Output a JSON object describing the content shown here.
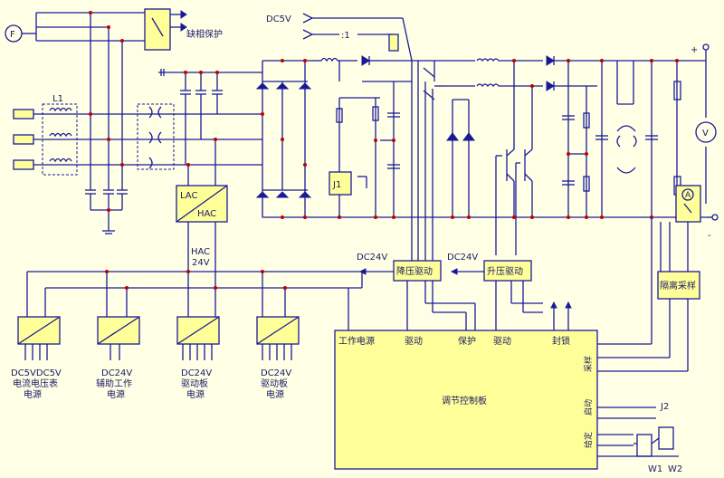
{
  "labels": {
    "phase_loss_protect": "缺相保护",
    "dc5v": "DC5V",
    "ratio": ":1",
    "plus": "+",
    "minus": "-",
    "l1": "L1",
    "f": "F",
    "v": "V",
    "a": "A",
    "j1": "J1",
    "j2": "J2",
    "lac": "LAC",
    "hac": "HAC",
    "hac24v_1": "HAC",
    "hac24v_2": "24V",
    "dc24v_a": "DC24V",
    "dc24v_b": "DC24V",
    "buck_drive": "降压驱动",
    "boost_drive": "升压驱动",
    "isolation_sampling": "隔离采样",
    "work_power": "工作电源",
    "drive_1": "驱动",
    "protect": "保护",
    "drive_2": "驱动",
    "lock": "封锁",
    "sampling": "采样",
    "start": "启动",
    "setting": "给定",
    "control_board": "调节控制板",
    "w1": "W1",
    "w2": "W2",
    "ps1_line1": "DC5VDC5V",
    "ps1_line2": "电流电压表",
    "ps1_line3": "电源",
    "ps2_line1": "DC24V",
    "ps2_line2": "辅助工作",
    "ps2_line3": "电源",
    "ps3_line1": "DC24V",
    "ps3_line2": "驱动板",
    "ps3_line3": "电源",
    "ps4_line1": "DC24V",
    "ps4_line2": "驱动板",
    "ps4_line3": "电源"
  },
  "colors": {
    "wire": "#1a1a99",
    "box_fill": "#ffff99",
    "junction": "#c00000",
    "background": "#ffffe6"
  }
}
